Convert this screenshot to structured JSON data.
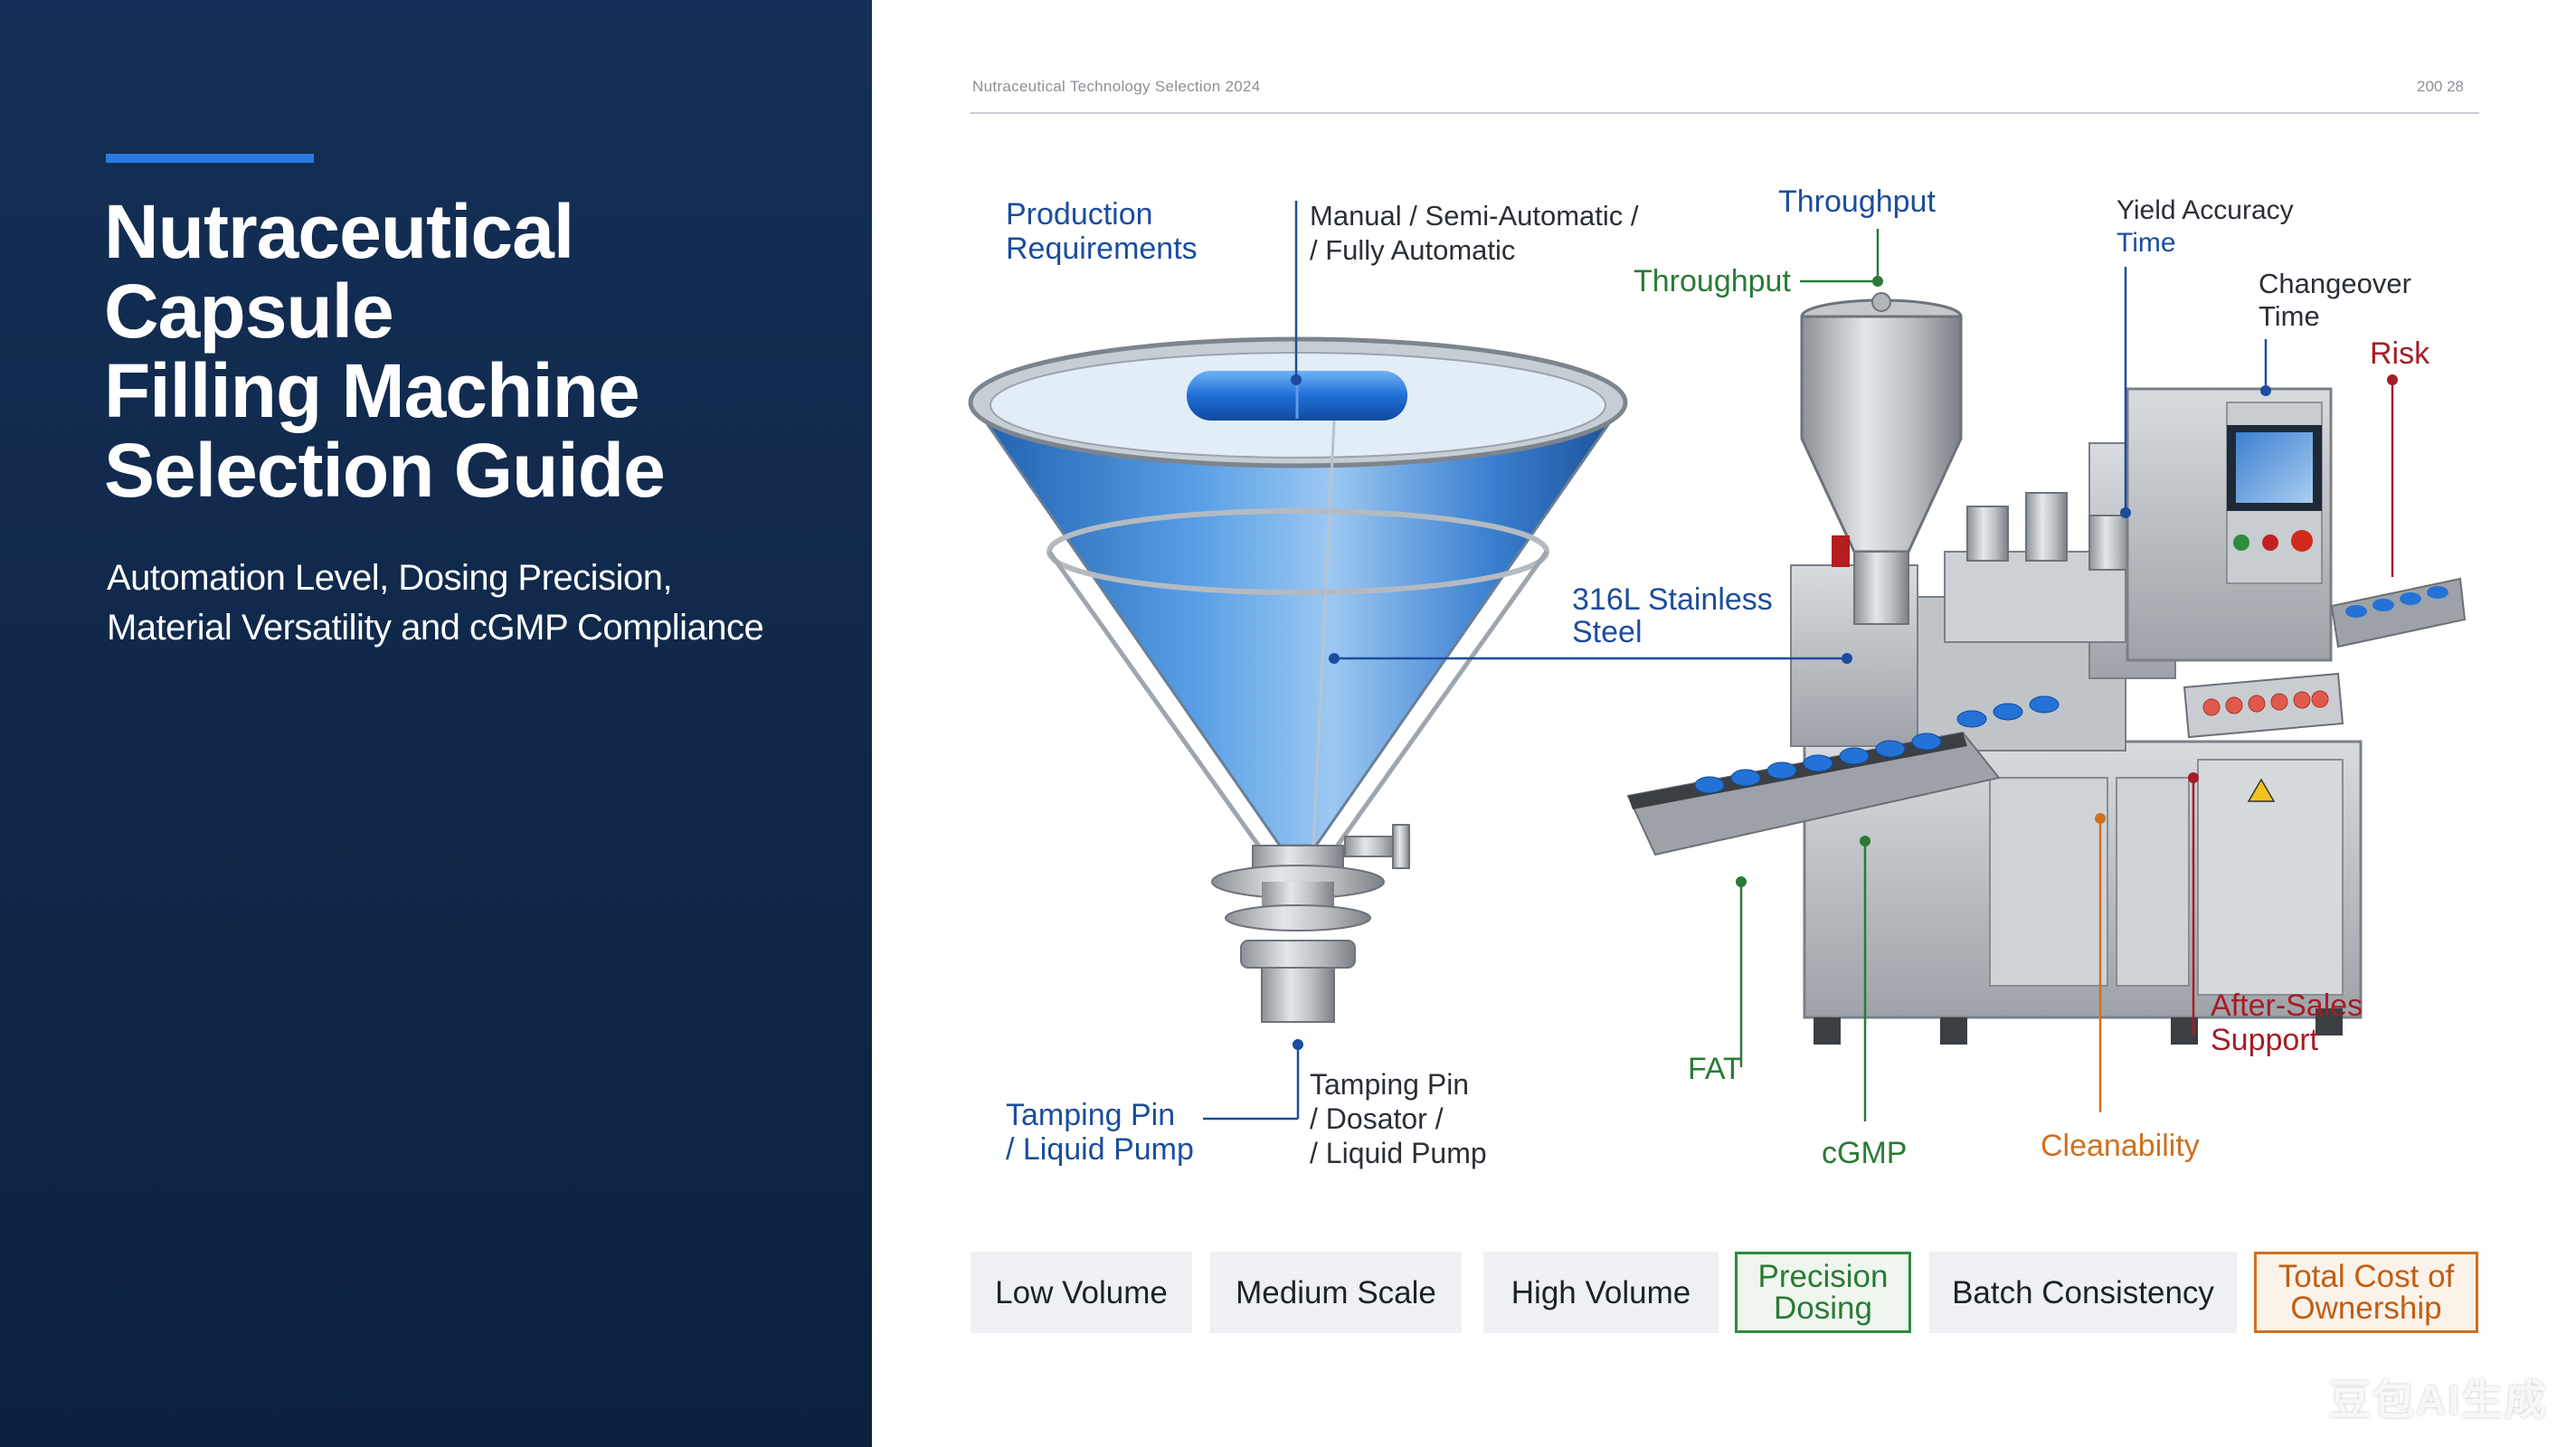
{
  "left": {
    "title_lines": [
      "Nutraceutical",
      "Capsule",
      "Filling Machine",
      "Selection Guide"
    ],
    "subtitle_lines": [
      "Automation Level, Dosing Precision,",
      "Material Versatility and cGMP Compliance"
    ]
  },
  "header": {
    "small_text": "Nutraceutical Technology Selection 2024",
    "page_text": "200 28"
  },
  "labels": {
    "production_requirements": [
      "Production",
      "Requirements"
    ],
    "automation": [
      "Manual / Semi-Automatic /",
      "/ Fully Automatic"
    ],
    "throughput_top": "Throughput",
    "throughput_left": "Throughput",
    "yield_accuracy": [
      "Yield Accuracy",
      "Time"
    ],
    "changeover": [
      "Changeover",
      "Time"
    ],
    "risk": "Risk",
    "steel": [
      "316L Stainless",
      "Steel"
    ],
    "tamping_left": [
      "Tamping Pin",
      "/ Liquid Pump"
    ],
    "tamping_right": [
      "Tamping Pin",
      "/ Dosator /",
      "/ Liquid Pump"
    ],
    "fat": "FAT",
    "cgmp": "cGMP",
    "cleanability": "Cleanability",
    "after_sales": [
      "After-Sales",
      "Support"
    ]
  },
  "chips": [
    {
      "lines": [
        "Low Volume"
      ]
    },
    {
      "lines": [
        "Medium Scale"
      ]
    },
    {
      "lines": [
        "High Volume"
      ]
    },
    {
      "lines": [
        "Precision",
        "Dosing"
      ]
    },
    {
      "lines": [
        "Batch Consistency"
      ]
    },
    {
      "lines": [
        "Total Cost of",
        "Ownership"
      ]
    }
  ],
  "watermark": "豆包AI生成",
  "colors": {
    "navy_panel": "#142f57",
    "accent_blue": "#2a7ae0",
    "label_blue": "#1b4d9e",
    "label_green": "#2a7a35",
    "label_red": "#a51d24",
    "label_orange": "#d0701f"
  }
}
